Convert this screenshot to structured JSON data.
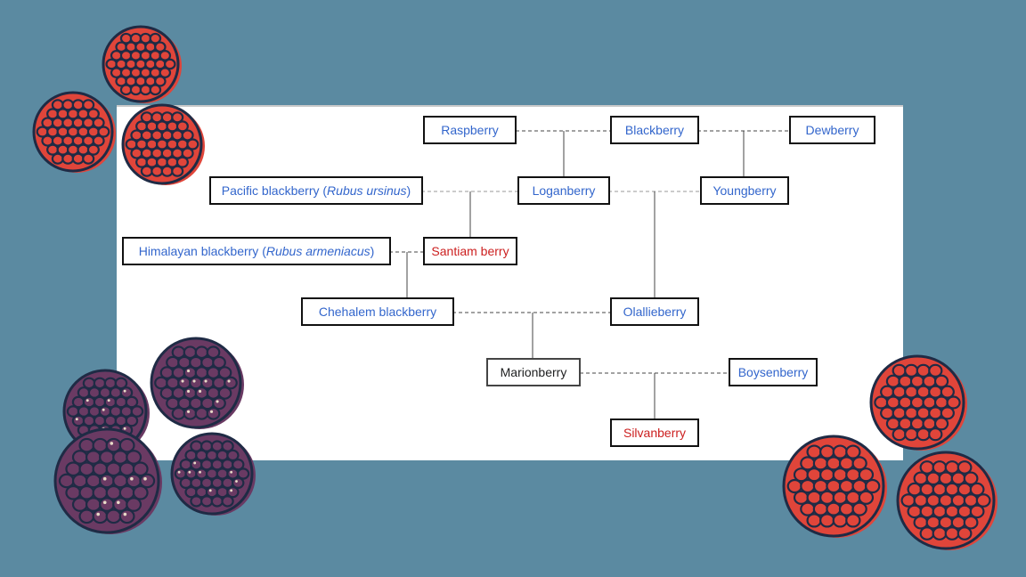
{
  "diagram": {
    "heading_fragment": "",
    "nodes": {
      "raspberry": {
        "label": "Raspberry"
      },
      "blackberry": {
        "label": "Blackberry"
      },
      "dewberry": {
        "label": "Dewberry"
      },
      "pacific": {
        "label": "Pacific blackberry (",
        "italic": "Rubus ursinus",
        "tail": ")"
      },
      "loganberry": {
        "label": "Loganberry"
      },
      "youngberry": {
        "label": "Youngberry"
      },
      "himalayan": {
        "label": "Himalayan blackberry (",
        "italic": "Rubus armeniacus",
        "tail": ")"
      },
      "santiam": {
        "label": "Santiam berry"
      },
      "chehalem": {
        "label": "Chehalem blackberry"
      },
      "olallieberry": {
        "label": "Olallieberry"
      },
      "marionberry": {
        "label": "Marionberry"
      },
      "boysenberry": {
        "label": "Boysenberry"
      },
      "silvanberry": {
        "label": "Silvanberry"
      }
    },
    "colors": {
      "link": "#3366cc",
      "red_link": "#cc1f1f",
      "plain": "#202122",
      "background": "#5b8aa1",
      "raspberry_fill": "#e0453a",
      "blackberry_fill": "#6a3a63",
      "outline": "#1f2b45"
    }
  }
}
